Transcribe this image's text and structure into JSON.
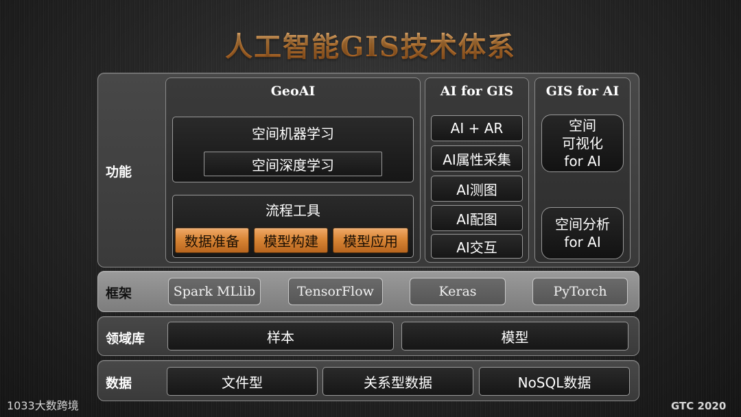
{
  "title": "人工智能GIS技术体系",
  "rows": {
    "function": "功能",
    "framework": "框架",
    "domain": "领域库",
    "data": "数据"
  },
  "geoai": {
    "header": "GeoAI",
    "ml": "空间机器学习",
    "dl": "空间深度学习",
    "flow": "流程工具",
    "steps": [
      "数据准备",
      "模型构建",
      "模型应用"
    ]
  },
  "ai_for_gis": {
    "header": "AI for GIS",
    "items": [
      "AI + AR",
      "AI属性采集",
      "AI测图",
      "AI配图",
      "AI交互"
    ]
  },
  "gis_for_ai": {
    "header": "GIS for AI",
    "items": [
      "空间\n可视化\nfor AI",
      "空间分析\nfor AI"
    ]
  },
  "frameworks": [
    "Spark MLlib",
    "TensorFlow",
    "Keras",
    "PyTorch"
  ],
  "domain_libs": [
    "样本",
    "模型"
  ],
  "data_items": [
    "文件型",
    "关系型数据",
    "NoSQL数据"
  ],
  "footer": {
    "watermark": "1033大数跨境",
    "event": "GTC 2020"
  },
  "colors": {
    "accent_orange": "#d98636",
    "title_gold": "#e2a15a",
    "panel_dark": "#2d2d2d",
    "framework_band": "#8c8c8c"
  }
}
